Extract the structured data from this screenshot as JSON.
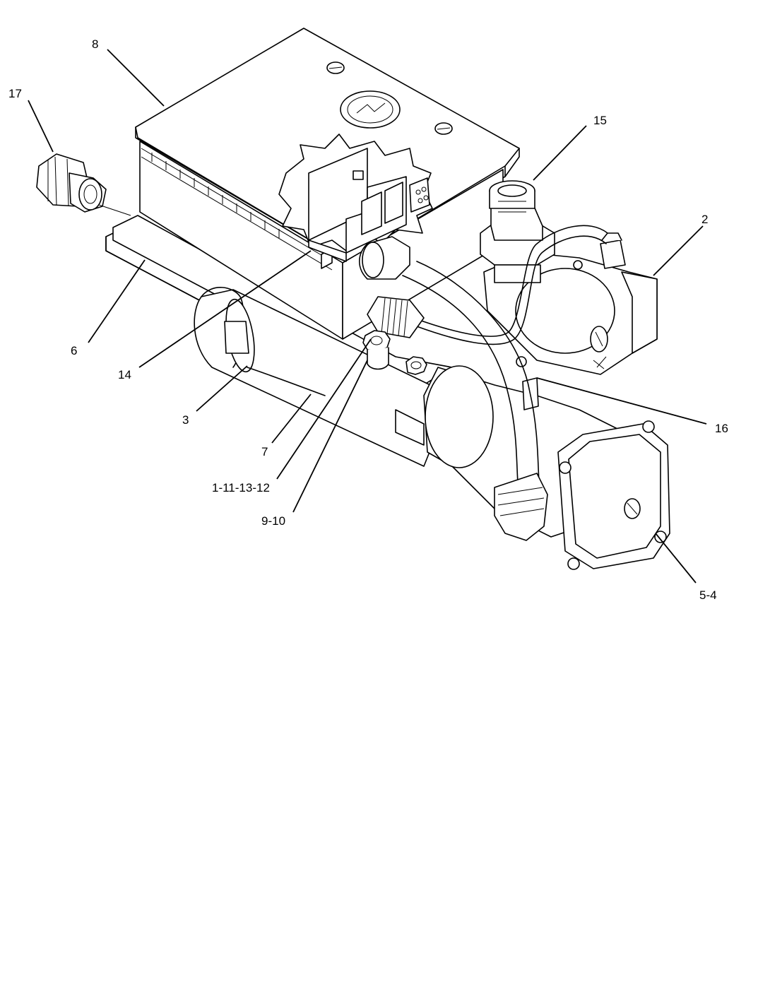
{
  "callouts": [
    {
      "id": "c8",
      "label": "8"
    },
    {
      "id": "c17",
      "label": "17"
    },
    {
      "id": "c15",
      "label": "15"
    },
    {
      "id": "c2",
      "label": "2"
    },
    {
      "id": "c6",
      "label": "6"
    },
    {
      "id": "c14",
      "label": "14"
    },
    {
      "id": "c3",
      "label": "3"
    },
    {
      "id": "c16",
      "label": "16"
    },
    {
      "id": "c7",
      "label": "7"
    },
    {
      "id": "c1111312",
      "label": "1-11-13-12"
    },
    {
      "id": "c910",
      "label": "9-10"
    },
    {
      "id": "c54",
      "label": "5-4"
    }
  ]
}
